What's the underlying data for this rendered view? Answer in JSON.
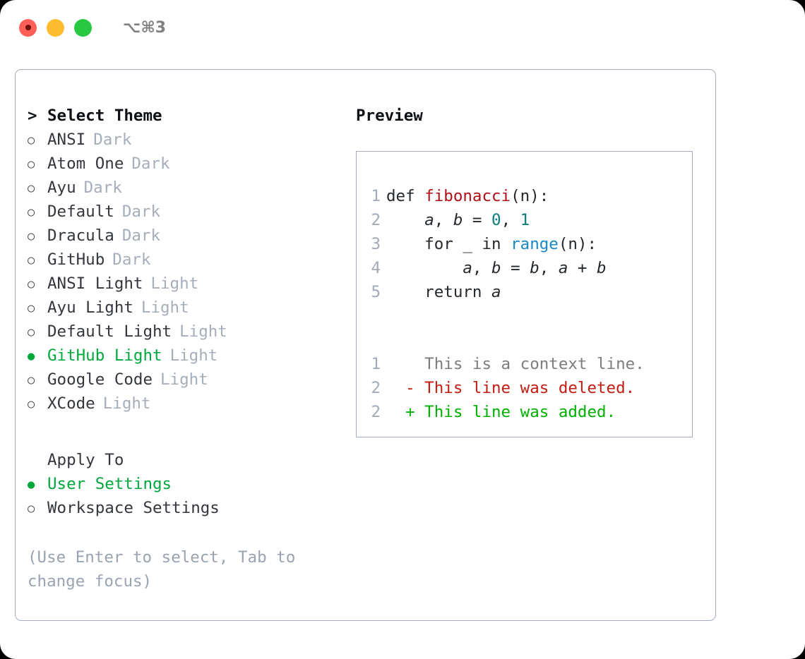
{
  "window": {
    "shortcut": "⌥⌘3",
    "traffic_lights": [
      {
        "name": "close",
        "color": "#ff5f57"
      },
      {
        "name": "minimize",
        "color": "#febc2e"
      },
      {
        "name": "maximize",
        "color": "#28c840"
      }
    ]
  },
  "theme_picker": {
    "heading": "Select Theme",
    "heading_marker": ">",
    "marker_selected": "●",
    "marker_unselected": "○",
    "items": [
      {
        "label": "ANSI",
        "tag": "Dark",
        "selected": false
      },
      {
        "label": "Atom One",
        "tag": "Dark",
        "selected": false
      },
      {
        "label": "Ayu",
        "tag": "Dark",
        "selected": false
      },
      {
        "label": "Default",
        "tag": "Dark",
        "selected": false
      },
      {
        "label": "Dracula",
        "tag": "Dark",
        "selected": false
      },
      {
        "label": "GitHub",
        "tag": "Dark",
        "selected": false
      },
      {
        "label": "ANSI Light",
        "tag": "Light",
        "selected": false
      },
      {
        "label": "Ayu Light",
        "tag": "Light",
        "selected": false
      },
      {
        "label": "Default Light",
        "tag": "Light",
        "selected": false
      },
      {
        "label": "GitHub Light",
        "tag": "Light",
        "selected": true
      },
      {
        "label": "Google Code",
        "tag": "Light",
        "selected": false
      },
      {
        "label": "XCode",
        "tag": "Light",
        "selected": false
      }
    ]
  },
  "apply_to": {
    "heading": "Apply To",
    "options": [
      {
        "label": "User Settings",
        "selected": true
      },
      {
        "label": "Workspace Settings",
        "selected": false
      }
    ]
  },
  "hint": "(Use Enter to select, Tab to change focus)",
  "preview": {
    "title": "Preview",
    "code_lines": [
      {
        "n": "1",
        "tokens": [
          {
            "t": "def ",
            "k": "def"
          },
          {
            "t": "fibonacci",
            "k": "fn"
          },
          {
            "t": "(n):",
            "k": "punc"
          }
        ]
      },
      {
        "n": "2",
        "tokens": [
          {
            "t": "    ",
            "k": "punc"
          },
          {
            "t": "a",
            "k": "var"
          },
          {
            "t": ", ",
            "k": "punc"
          },
          {
            "t": "b",
            "k": "var"
          },
          {
            "t": " = ",
            "k": "punc"
          },
          {
            "t": "0",
            "k": "num"
          },
          {
            "t": ", ",
            "k": "punc"
          },
          {
            "t": "1",
            "k": "num"
          }
        ]
      },
      {
        "n": "3",
        "tokens": [
          {
            "t": "    for _ in ",
            "k": "def"
          },
          {
            "t": "range",
            "k": "builtin"
          },
          {
            "t": "(n):",
            "k": "punc"
          }
        ]
      },
      {
        "n": "4",
        "tokens": [
          {
            "t": "        ",
            "k": "punc"
          },
          {
            "t": "a",
            "k": "var"
          },
          {
            "t": ", ",
            "k": "punc"
          },
          {
            "t": "b",
            "k": "var"
          },
          {
            "t": " = ",
            "k": "punc"
          },
          {
            "t": "b",
            "k": "var"
          },
          {
            "t": ", ",
            "k": "punc"
          },
          {
            "t": "a",
            "k": "var"
          },
          {
            "t": " + ",
            "k": "punc"
          },
          {
            "t": "b",
            "k": "var"
          }
        ]
      },
      {
        "n": "5",
        "tokens": [
          {
            "t": "    return ",
            "k": "def"
          },
          {
            "t": "a",
            "k": "var"
          }
        ]
      }
    ],
    "diff_lines": [
      {
        "n": "1",
        "sign": " ",
        "text": "This is a context line.",
        "kind": "ctx"
      },
      {
        "n": "2",
        "sign": "-",
        "text": "This line was deleted.",
        "kind": "del"
      },
      {
        "n": "2",
        "sign": "+",
        "text": "This line was added.",
        "kind": "add"
      }
    ]
  },
  "colors": {
    "accent_green": "#00a83c",
    "tag_gray": "#a6aebb",
    "hint_gray": "#9aa3b1",
    "border": "#a3adbd",
    "diff_add": "#00b000",
    "diff_del": "#c21d12",
    "diff_ctx": "#7d7d7d",
    "syntax_function": "#b00f16",
    "syntax_number": "#0a7d7d",
    "syntax_builtin": "#1689c4",
    "syntax_text": "#24292e"
  }
}
